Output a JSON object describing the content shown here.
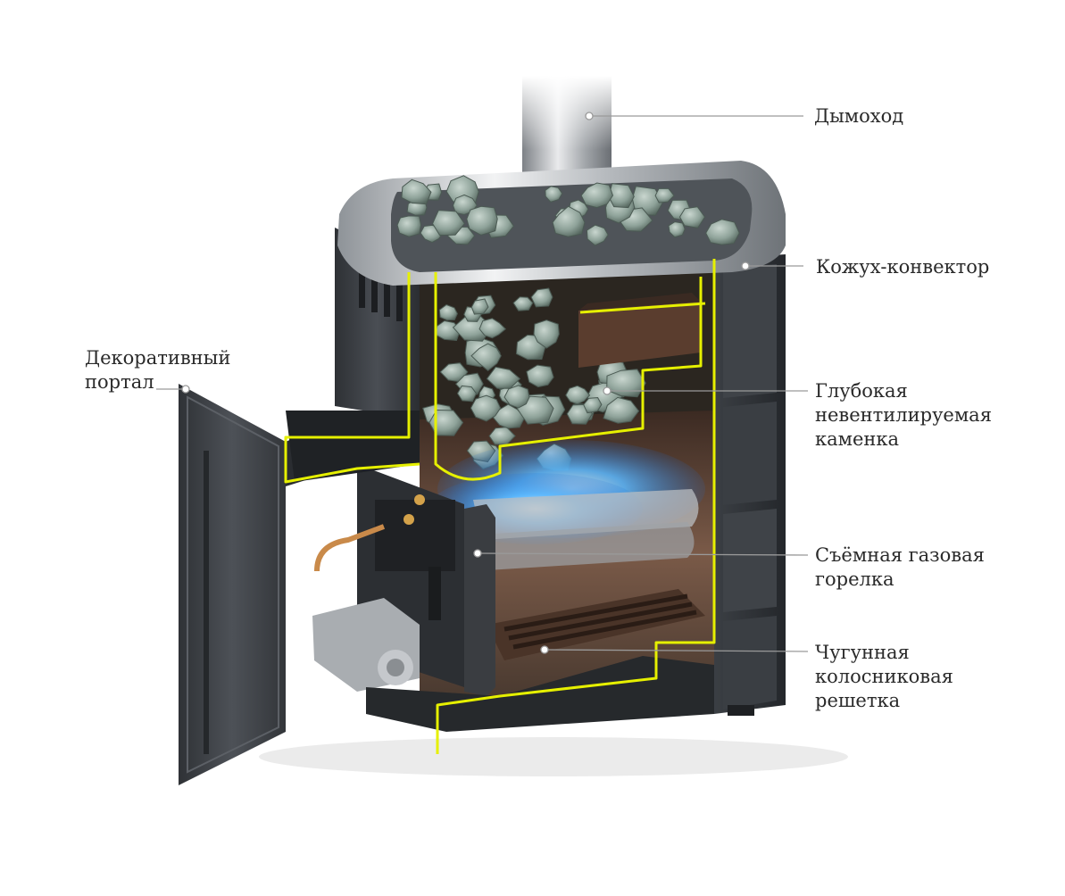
{
  "callouts": [
    {
      "id": "chimney",
      "lines": [
        "Дымоход"
      ]
    },
    {
      "id": "casing",
      "lines": [
        "Кожух-конвектор"
      ]
    },
    {
      "id": "portal",
      "lines": [
        "Декоративный",
        "портал"
      ]
    },
    {
      "id": "stones",
      "lines": [
        "Глубокая",
        "невентилируемая",
        "каменка"
      ]
    },
    {
      "id": "burner",
      "lines": [
        "Съёмная газовая",
        "горелка"
      ]
    },
    {
      "id": "grate",
      "lines": [
        "Чугунная",
        "колосниковая",
        "решетка"
      ]
    }
  ],
  "colors": {
    "body_dark": "#3a3d42",
    "body_mid": "#55595f",
    "steel": "#c9ccd0",
    "outline": "#e6f000",
    "flame": "#3aa0ff",
    "stone": "#8fa39a",
    "firebox": "#6b4a3a",
    "leader": "#9a9a9a"
  }
}
